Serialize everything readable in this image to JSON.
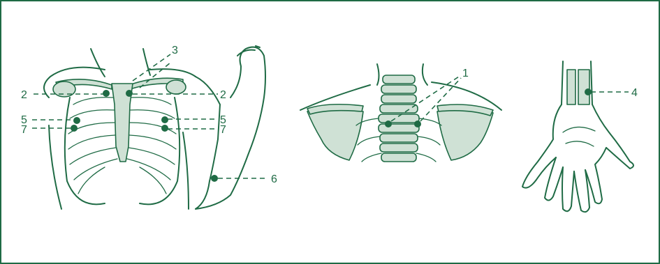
{
  "labels": {
    "l1": "1",
    "l2a": "2",
    "l2b": "2",
    "l3": "3",
    "l4": "4",
    "l5a": "5",
    "l5b": "5",
    "l6": "6",
    "l7a": "7",
    "l7b": "7"
  },
  "colors": {
    "ink": "#1f6b45",
    "bone_fill": "#cfe1d5",
    "background": "#ffffff"
  }
}
